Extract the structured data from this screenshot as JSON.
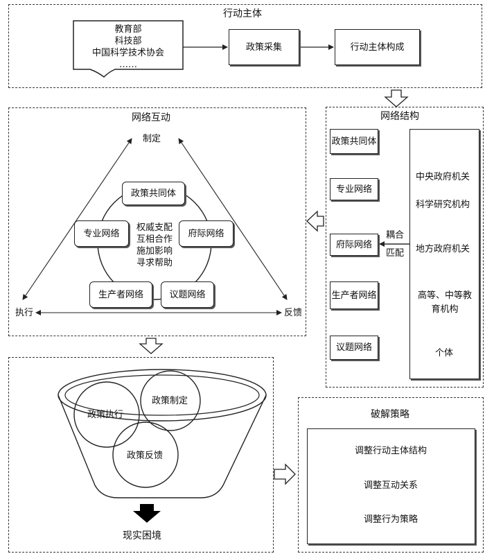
{
  "actor": {
    "title": "行动主体",
    "doc_lines": [
      "教育部",
      "科技部",
      "中国科学技术协会",
      "……"
    ],
    "policy_collection": "政策采集",
    "actor_composition": "行动主体构成"
  },
  "structure": {
    "title": "网络结构",
    "left_items": [
      "政策共同体",
      "专业网络",
      "府际网络",
      "生产者网络",
      "议题网络"
    ],
    "couple": "耦合",
    "match": "匹配",
    "right_items": [
      "中央政府机关",
      "科学研究机构",
      "地方政府机关",
      "高等、中等教育机构",
      "个体"
    ]
  },
  "interaction": {
    "title": "网络互动",
    "top": "制定",
    "left": "执行",
    "right": "反馈",
    "nodes": {
      "policy_community": "政策共同体",
      "professional": "专业网络",
      "intergov": "府际网络",
      "producer": "生产者网络",
      "issue": "议题网络"
    },
    "center_lines": [
      "权威支配",
      "互相合作",
      "施加影响",
      "寻求帮助"
    ]
  },
  "dilemma": {
    "c1": "政策执行",
    "c2": "政策制定",
    "c3": "政策反馈",
    "label": "现实困境"
  },
  "strategy": {
    "title": "破解策略",
    "items": [
      "调整行动主体结构",
      "调整互动关系",
      "调整行为策略"
    ]
  }
}
